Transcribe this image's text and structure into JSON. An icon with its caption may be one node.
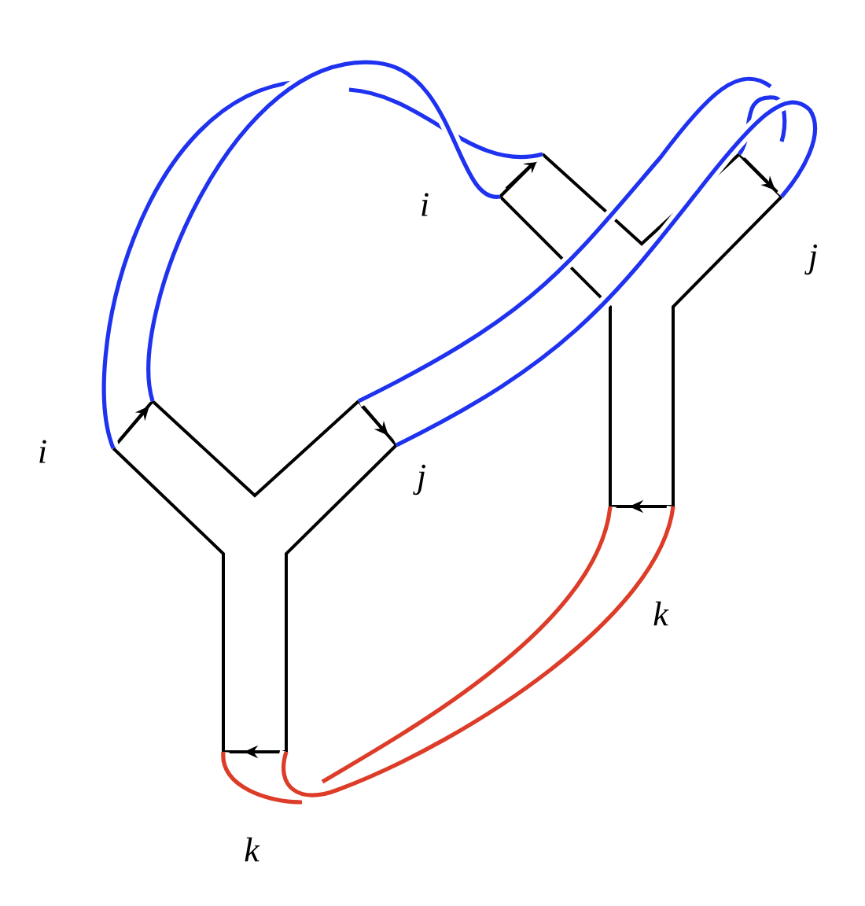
{
  "diagram": {
    "labels": [
      "i",
      "j",
      "i",
      "j",
      "k",
      "k"
    ]
  }
}
